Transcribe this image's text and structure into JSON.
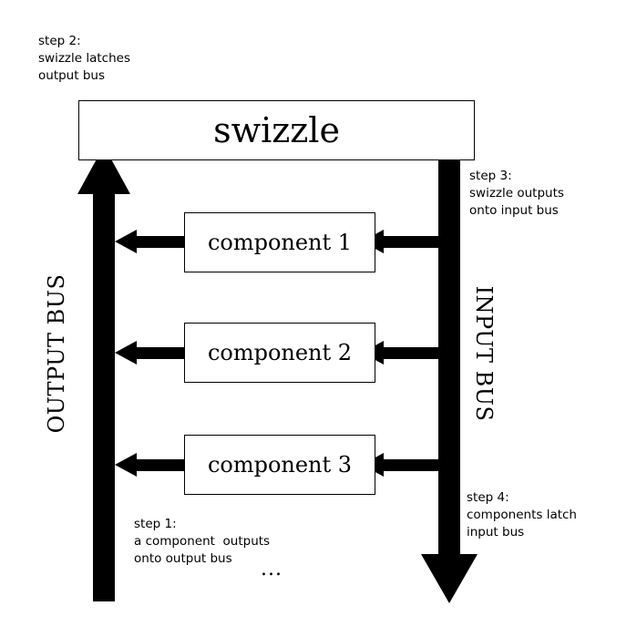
{
  "diagram": {
    "swizzle_label": "swizzle",
    "components": [
      {
        "label": "component 1"
      },
      {
        "label": "component 2"
      },
      {
        "label": "component 3"
      }
    ],
    "output_bus_label": "OUTPUT BUS",
    "input_bus_label": "INPUT BUS",
    "ellipsis": "...",
    "notes": {
      "step2": [
        "step 2:",
        "swizzle latches",
        "output bus"
      ],
      "step3": [
        "step 3:",
        "swizzle outputs",
        "onto input bus"
      ],
      "step4": [
        "step 4:",
        "components latch",
        "input bus"
      ],
      "step1": [
        "step 1:",
        "a component  outputs",
        "onto output bus"
      ]
    },
    "colors": {
      "line": "#000000",
      "background": "#ffffff"
    }
  }
}
